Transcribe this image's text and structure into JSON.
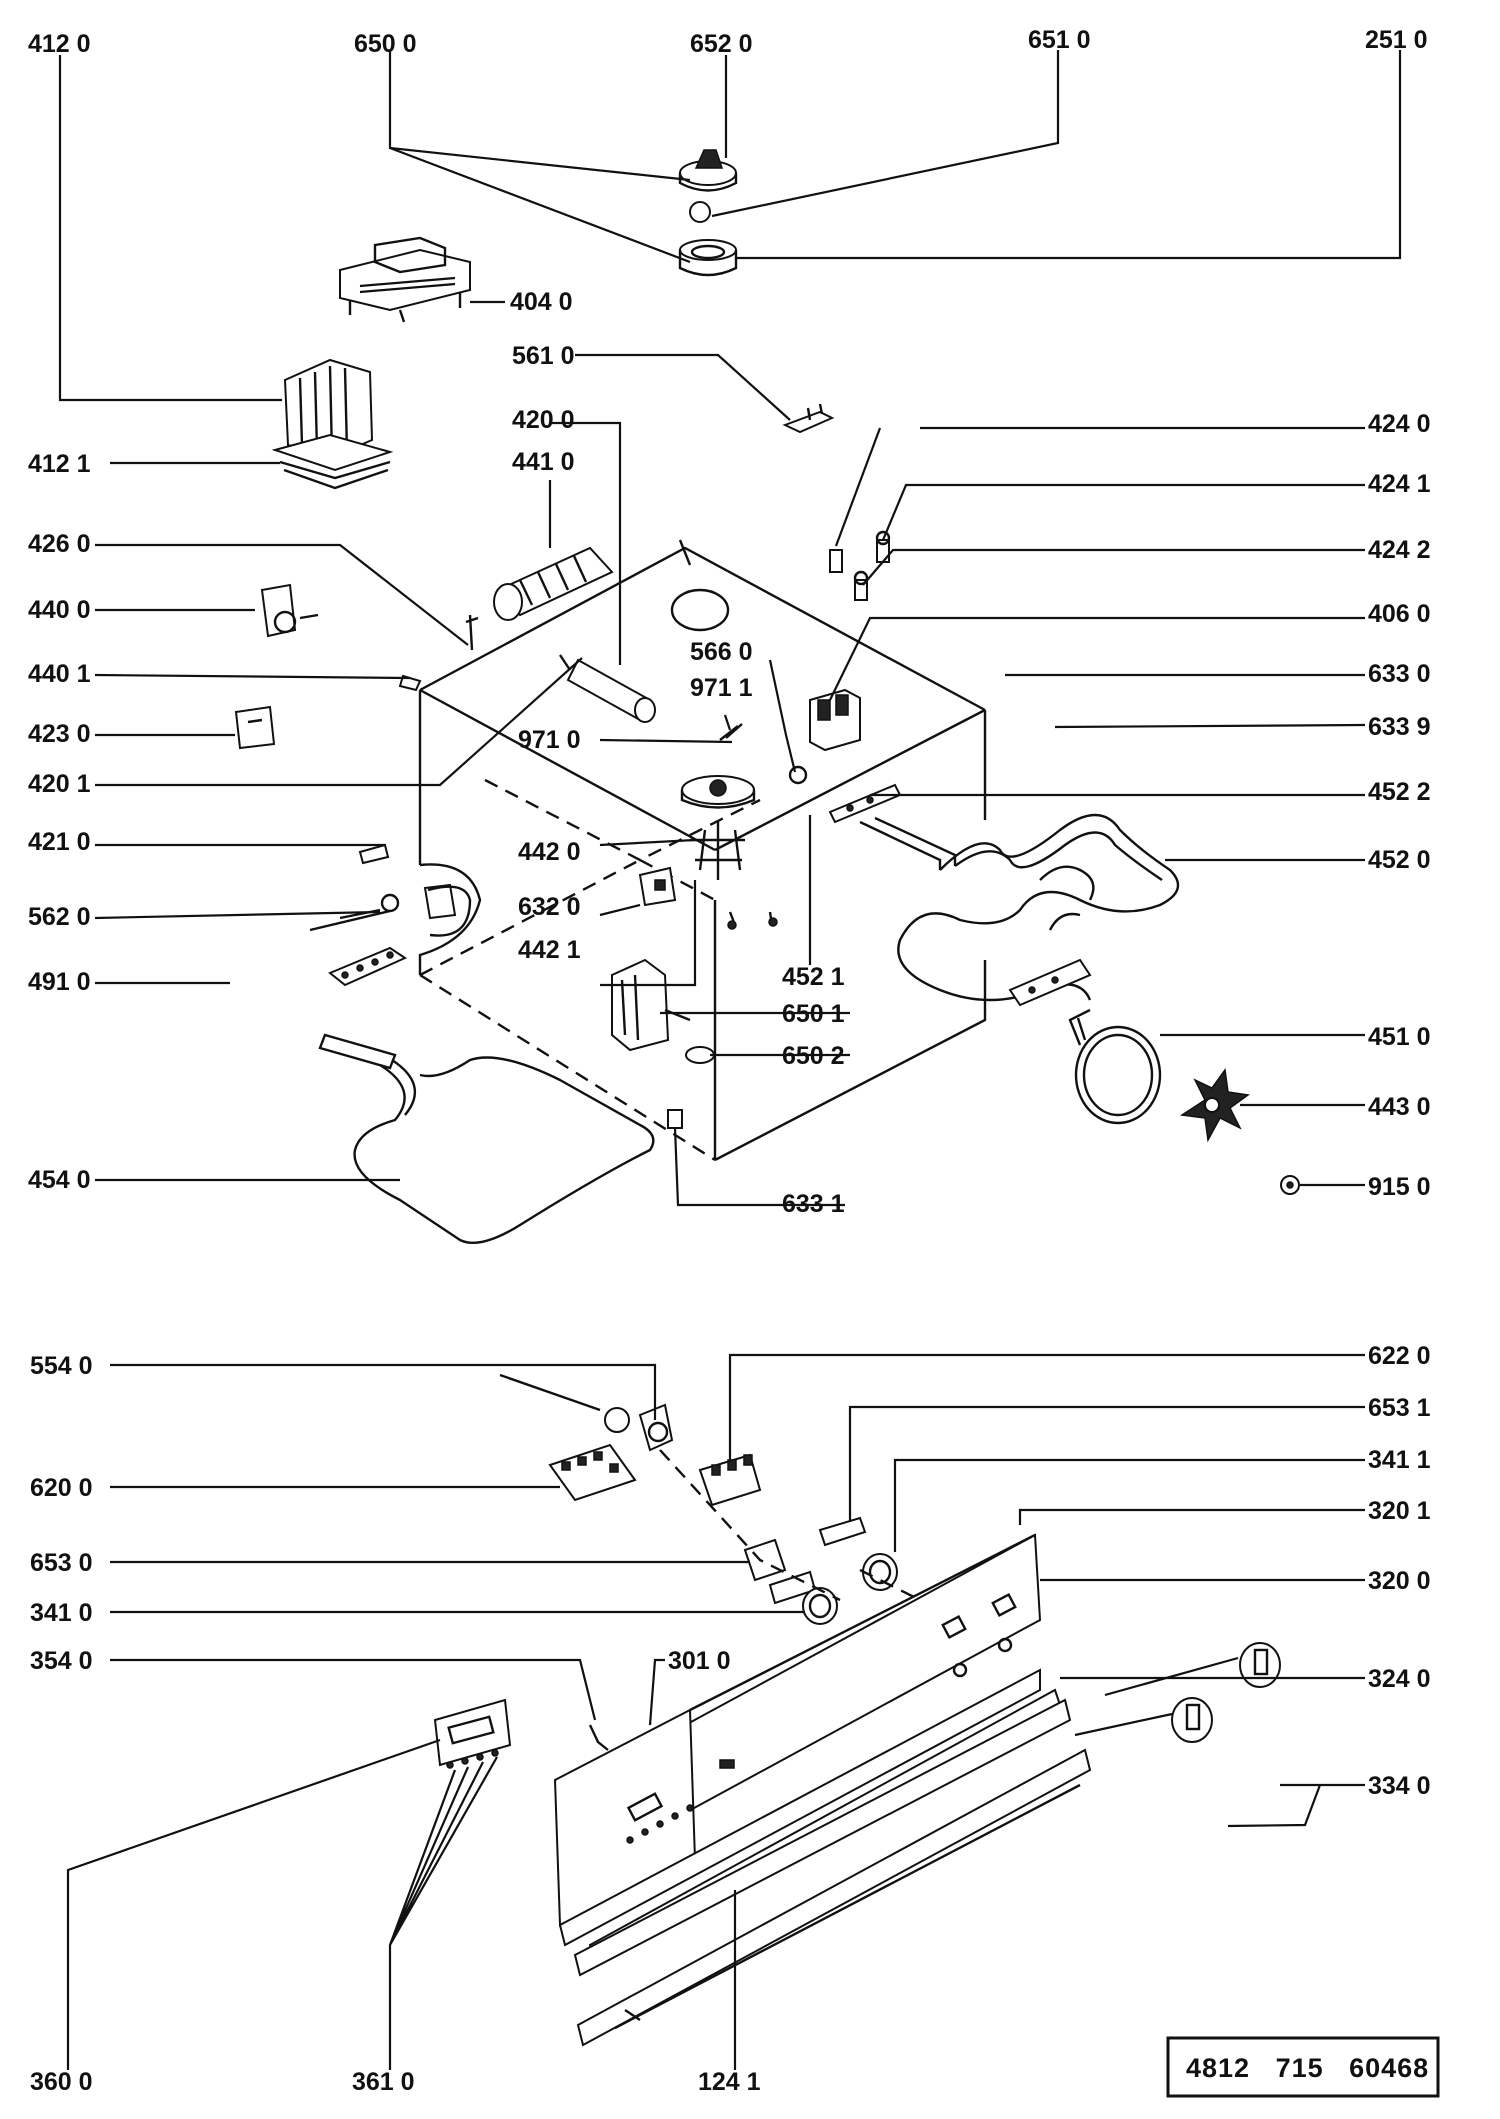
{
  "labels": {
    "l4120": "412 0",
    "l6500": "650 0",
    "l6520": "652 0",
    "l6510": "651 0",
    "l2510": "251 0",
    "l4040": "404 0",
    "l5610": "561 0",
    "l4121": "412 1",
    "l4200": "420 0",
    "l4410": "441 0",
    "l4240": "424 0",
    "l4241": "424 1",
    "l4242": "424 2",
    "l4260": "426 0",
    "l4400": "440 0",
    "l4060": "406 0",
    "l5660": "566 0",
    "l4401": "440 1",
    "l9711": "971 1",
    "l6330": "633 0",
    "l4230": "423 0",
    "l9710": "971 0",
    "l6339": "633 9",
    "l4201": "420 1",
    "l4522": "452 2",
    "l4210": "421 0",
    "l4420": "442 0",
    "l4520": "452 0",
    "l6320": "632 0",
    "l5620": "562 0",
    "l4421": "442 1",
    "l4910": "491 0",
    "l4521": "452 1",
    "l6501": "650 1",
    "l6502": "650 2",
    "l4510": "451 0",
    "l4430": "443 0",
    "l4540": "454 0",
    "l6331": "633 1",
    "l9150": "915 0",
    "l5540": "554 0",
    "l6220": "622 0",
    "l6531": "653 1",
    "l3411": "341 1",
    "l6200": "620 0",
    "l3201": "320 1",
    "l6530": "653 0",
    "l3200": "320 0",
    "l3410": "341 0",
    "l3540": "354 0",
    "l3010": "301 0",
    "l3240": "324 0",
    "l3340": "334 0",
    "l3600": "360 0",
    "l3610": "361 0",
    "l1241": "124 1"
  },
  "drawing_ref": "4812   715   60468"
}
